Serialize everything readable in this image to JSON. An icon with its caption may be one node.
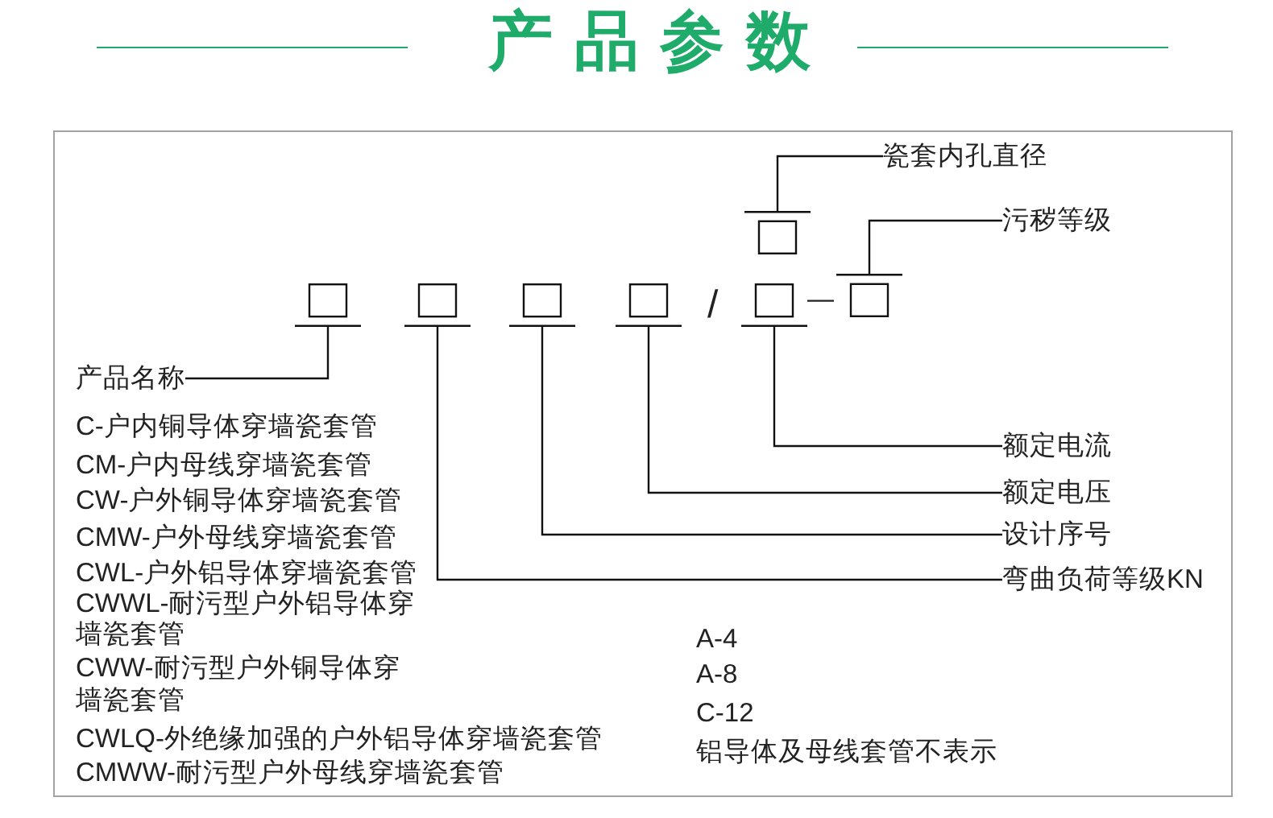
{
  "diagram": {
    "title": "产品参数",
    "nodes": [
      {
        "text": [
          "瓷套内孔直径"
        ]
      },
      {
        "text": [],
        "shape": "box"
      },
      {
        "text": [
          "污秽等级"
        ]
      },
      {
        "text": [],
        "shape": "box"
      },
      {
        "text": [],
        "shape": "box"
      },
      {
        "text": [],
        "shape": "box"
      },
      {
        "text": [],
        "shape": "box"
      },
      {
        "text": [],
        "shape": "box"
      },
      {
        "text": [],
        "shape": "box"
      },
      {
        "text": [
          "产品名称"
        ]
      },
      {
        "text": [
          "额定电流"
        ]
      },
      {
        "text": [
          "额定电压"
        ]
      },
      {
        "text": [
          "设计序号"
        ]
      },
      {
        "text": [
          "弯曲负荷等级KN"
        ]
      }
    ],
    "edges": [
      {
        "from": 0,
        "to": 1,
        "arrow": "none"
      },
      {
        "from": 2,
        "to": 8,
        "arrow": "none"
      },
      {
        "from": 9,
        "to": 3,
        "arrow": "none"
      },
      {
        "from": 10,
        "to": 7,
        "arrow": "none"
      },
      {
        "from": 11,
        "to": 6,
        "arrow": "none"
      },
      {
        "from": 12,
        "to": 5,
        "arrow": "none"
      },
      {
        "from": 13,
        "to": 4,
        "arrow": "none"
      }
    ],
    "labels": [
      "/",
      "—",
      "C-户内铜导体穿墙瓷套管",
      "CM-户内母线穿墙瓷套管",
      "CW-户外铜导体穿墙瓷套管",
      "CMW-户外母线穿墙瓷套管",
      "CWL-户外铝导体穿墙瓷套管",
      "CWWL-耐污型户外铝导体穿墙瓷套管",
      "CWW-耐污型户外铜导体穿墙瓷套管",
      "CWLQ-外绝缘加强的户外铝导体穿墙瓷套管",
      "CMWW-耐污型户外母线穿墙瓷套管",
      "A-4",
      "A-8",
      "C-12",
      "铝导体及母线套管不表示"
    ]
  }
}
